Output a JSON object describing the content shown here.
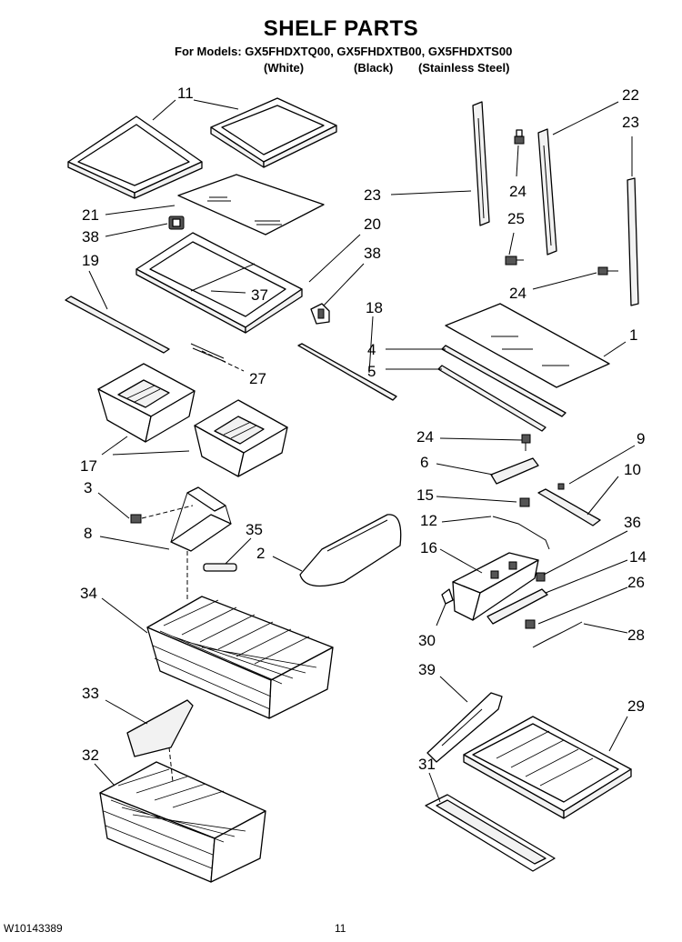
{
  "header": {
    "title": "SHELF PARTS",
    "models": "For Models: GX5FHDXTQ00, GX5FHDXTB00, GX5FHDXTS00",
    "finishes": [
      "(White)",
      "(Black)",
      "(Stainless Steel)"
    ]
  },
  "callouts": [
    "11",
    "22",
    "23",
    "23",
    "24",
    "25",
    "24",
    "21",
    "38",
    "20",
    "38",
    "19",
    "37",
    "18",
    "1",
    "4",
    "5",
    "27",
    "17",
    "24",
    "9",
    "6",
    "10",
    "15",
    "3",
    "12",
    "36",
    "8",
    "35",
    "2",
    "16",
    "14",
    "34",
    "26",
    "30",
    "28",
    "33",
    "39",
    "29",
    "32",
    "31"
  ],
  "footer": {
    "doc_number": "W10143389",
    "page_number": "11"
  }
}
